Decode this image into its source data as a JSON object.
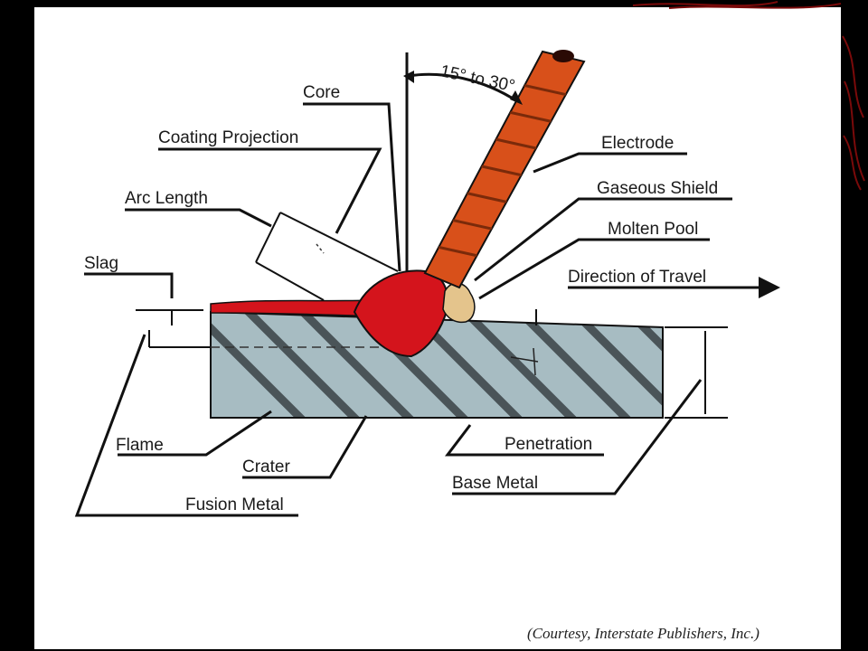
{
  "labels": {
    "angle": "15° to 30°",
    "core": "Core",
    "coating_projection": "Coating Projection",
    "electrode": "Electrode",
    "arc_length": "Arc Length",
    "gaseous_shield": "Gaseous Shield",
    "molten_pool": "Molten Pool",
    "slag": "Slag",
    "direction_of_travel": "Direction of Travel",
    "flame": "Flame",
    "penetration": "Penetration",
    "crater": "Crater",
    "base_metal": "Base Metal",
    "fusion_metal": "Fusion Metal"
  },
  "credit": "(Courtesy, Interstate Publishers, Inc.)",
  "colors": {
    "background": "#000000",
    "panel": "#ffffff",
    "base_metal": "#a7bcc2",
    "hatch": "#4a5458",
    "weld": "#d4141c",
    "electrode": "#d8501a",
    "gas_shield": "#e4c48c",
    "decor": "#7a0a0a"
  }
}
